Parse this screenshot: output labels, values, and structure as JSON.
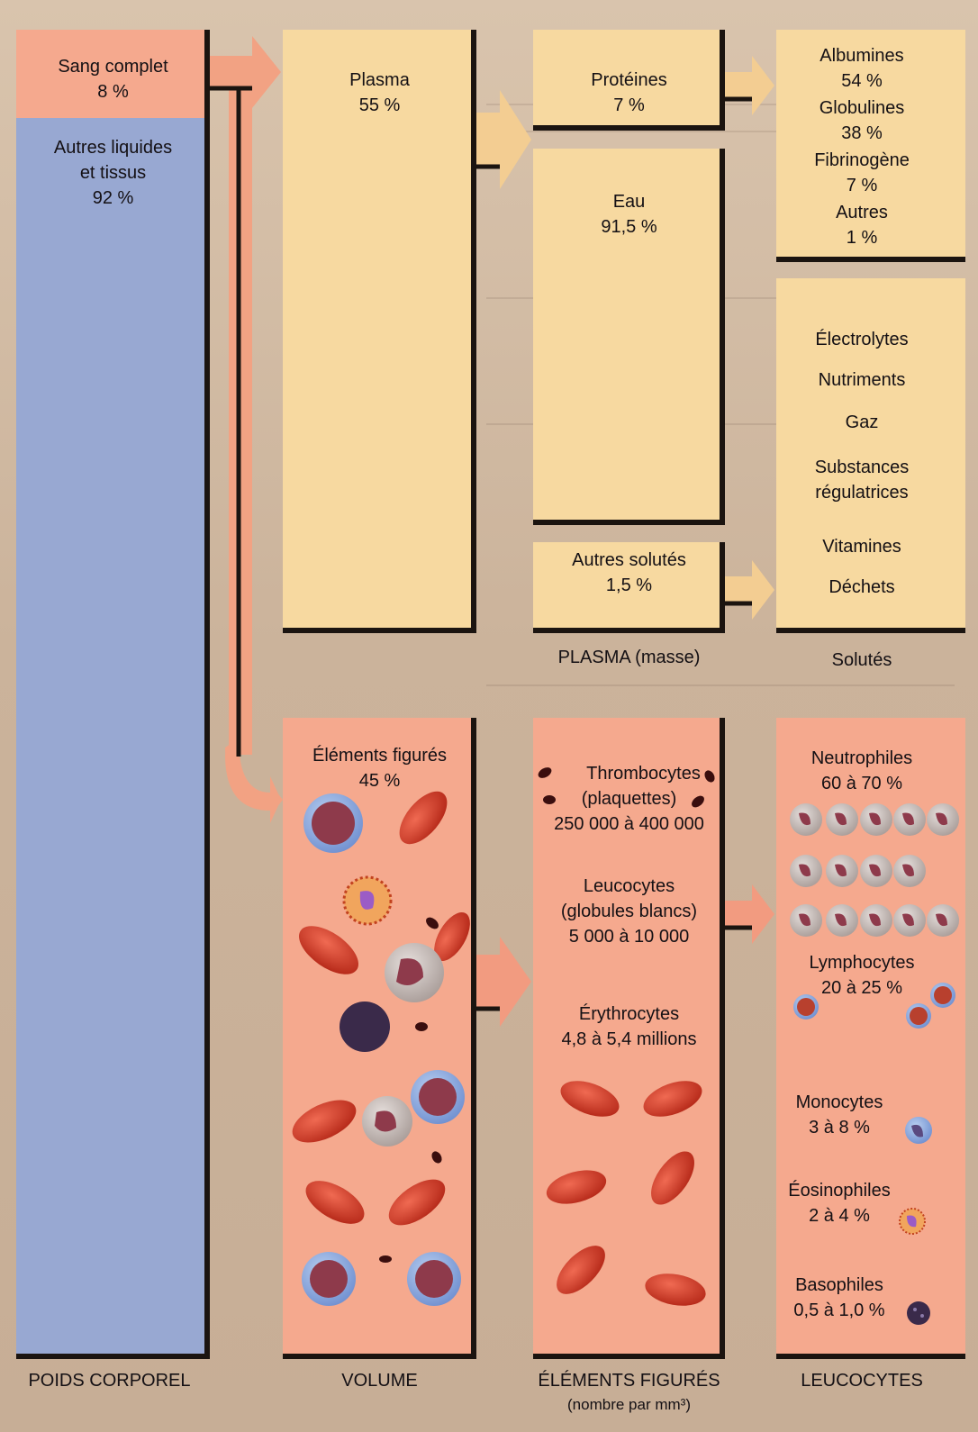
{
  "colors": {
    "blue": "#98a8d2",
    "salmon": "#f5a98e",
    "yellow": "#f7d9a0",
    "rbc": "#d8402f",
    "wbc_nucleus": "#8e3a4b",
    "shadow": "#1b1410"
  },
  "body_weight": {
    "whole_blood": {
      "label": "Sang complet",
      "value": "8 %"
    },
    "other": {
      "line1": "Autres liquides",
      "line2": "et tissus",
      "value": "92 %"
    },
    "caption": "POIDS CORPOREL"
  },
  "volume": {
    "plasma": {
      "label": "Plasma",
      "value": "55 %"
    },
    "formed": {
      "label": "Éléments figurés",
      "value": "45 %"
    },
    "caption": "VOLUME"
  },
  "plasma_mass": {
    "proteins": {
      "label": "Protéines",
      "value": "7 %"
    },
    "water": {
      "label": "Eau",
      "value": "91,5 %"
    },
    "other_solutes": {
      "label": "Autres solutés",
      "value": "1,5 %"
    },
    "caption": "PLASMA (masse)"
  },
  "proteins_detail": [
    {
      "label": "Albumines",
      "value": "54 %"
    },
    {
      "label": "Globulines",
      "value": "38 %"
    },
    {
      "label": "Fibrinogène",
      "value": "7 %"
    },
    {
      "label": "Autres",
      "value": "1 %"
    }
  ],
  "solutes": {
    "items": [
      "Électrolytes",
      "Nutriments",
      "Gaz",
      "Substances",
      "régulatrices",
      "Vitamines",
      "Déchets"
    ],
    "caption": "Solutés"
  },
  "formed_elements": {
    "thrombocytes": {
      "line1": "Thrombocytes",
      "line2": "(plaquettes)",
      "value": "250 000 à 400 000"
    },
    "leukocytes": {
      "line1": "Leucocytes",
      "line2": "(globules blancs)",
      "value": "5 000 à 10 000"
    },
    "erythrocytes": {
      "line1": "Érythrocytes",
      "value": "4,8 à 5,4 millions"
    },
    "caption_line1": "ÉLÉMENTS FIGURÉS",
    "caption_line2": "(nombre par mm³)"
  },
  "leukocytes": {
    "neutrophils": {
      "label": "Neutrophiles",
      "value": "60 à 70 %"
    },
    "lymphocytes": {
      "label": "Lymphocytes",
      "value": "20 à 25 %"
    },
    "monocytes": {
      "label": "Monocytes",
      "value": "3 à 8 %"
    },
    "eosinophils": {
      "label": "Éosinophiles",
      "value": "2 à 4 %"
    },
    "basophils": {
      "label": "Basophiles",
      "value": "0,5 à 1,0 %"
    },
    "caption": "LEUCOCYTES"
  }
}
